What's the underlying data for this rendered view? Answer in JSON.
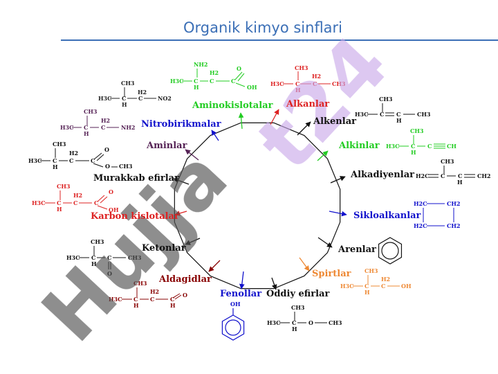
{
  "title": "Organik kimyo sinflari",
  "watermark": "Hujjat24",
  "colors": {
    "title": "#3b6fb6",
    "black": "#111111",
    "green": "#22cc22",
    "red": "#dd2222",
    "blue": "#1111cc",
    "purple": "#552255",
    "darkred": "#880000",
    "orange": "#ee8833",
    "watermark_dark": "#555555",
    "watermark_light": "#c8a8e8"
  },
  "classes": [
    {
      "name": "Alkanlar",
      "color": "red"
    },
    {
      "name": "Alkenlar",
      "color": "black"
    },
    {
      "name": "Alkinlar",
      "color": "green"
    },
    {
      "name": "Alkadiyenlar",
      "color": "black"
    },
    {
      "name": "Sikloalkanlar",
      "color": "blue"
    },
    {
      "name": "Arenlar",
      "color": "black"
    },
    {
      "name": "Spirtlar",
      "color": "orange"
    },
    {
      "name": "Oddiy efirlar",
      "color": "black"
    },
    {
      "name": "Fenollar",
      "color": "blue"
    },
    {
      "name": "Aldagidlar",
      "color": "darkred"
    },
    {
      "name": "Ketonlar",
      "color": "black"
    },
    {
      "name": "Karbon kislotalar",
      "color": "red"
    },
    {
      "name": "Murakkab efirlar",
      "color": "black"
    },
    {
      "name": "Aminlar",
      "color": "purple"
    },
    {
      "name": "Nitrobirikmalar",
      "color": "blue"
    },
    {
      "name": "Aminokislotalar",
      "color": "green"
    }
  ],
  "formulas": {
    "aminokislota": [
      "NH2",
      "H2",
      "O",
      "H3C",
      "C",
      "C",
      "C",
      "H",
      "OH"
    ],
    "alkan": [
      "CH3",
      "H2",
      "H3C",
      "C",
      "C",
      "CH3",
      "H"
    ],
    "nitro": [
      "CH3",
      "H2",
      "H3C",
      "C",
      "C",
      "NO2",
      "H"
    ],
    "amin": [
      "CH3",
      "H2",
      "H3C",
      "C",
      "C",
      "NH2",
      "H"
    ],
    "alken": [
      "CH3",
      "H3C",
      "C",
      "C",
      "CH3",
      "H"
    ],
    "murakkab": [
      "CH3",
      "H2",
      "O",
      "H3C",
      "C",
      "C",
      "C",
      "H",
      "O",
      "CH3"
    ],
    "alkin": [
      "CH3",
      "H3C",
      "C",
      "C",
      "CH",
      "H"
    ],
    "alkadiyen": [
      "CH3",
      "H2C",
      "C",
      "C",
      "CH2",
      "H"
    ],
    "karbon": [
      "CH3",
      "H2",
      "O",
      "H3C",
      "C",
      "C",
      "C",
      "H",
      "OH"
    ],
    "siklo": [
      "H2C",
      "CH2",
      "H2C",
      "CH2"
    ],
    "keton": [
      "CH3",
      "H3C",
      "C",
      "C",
      "CH3",
      "H",
      "O"
    ],
    "spirt": [
      "CH3",
      "H2",
      "H3C",
      "C",
      "C",
      "OH",
      "H"
    ],
    "aldegid": [
      "CH3",
      "H2",
      "O",
      "H3C",
      "C",
      "C",
      "C",
      "H",
      "H"
    ],
    "fenol": [
      "OH"
    ],
    "efir": [
      "CH3",
      "H3C",
      "C",
      "O",
      "CH3",
      "H"
    ]
  }
}
